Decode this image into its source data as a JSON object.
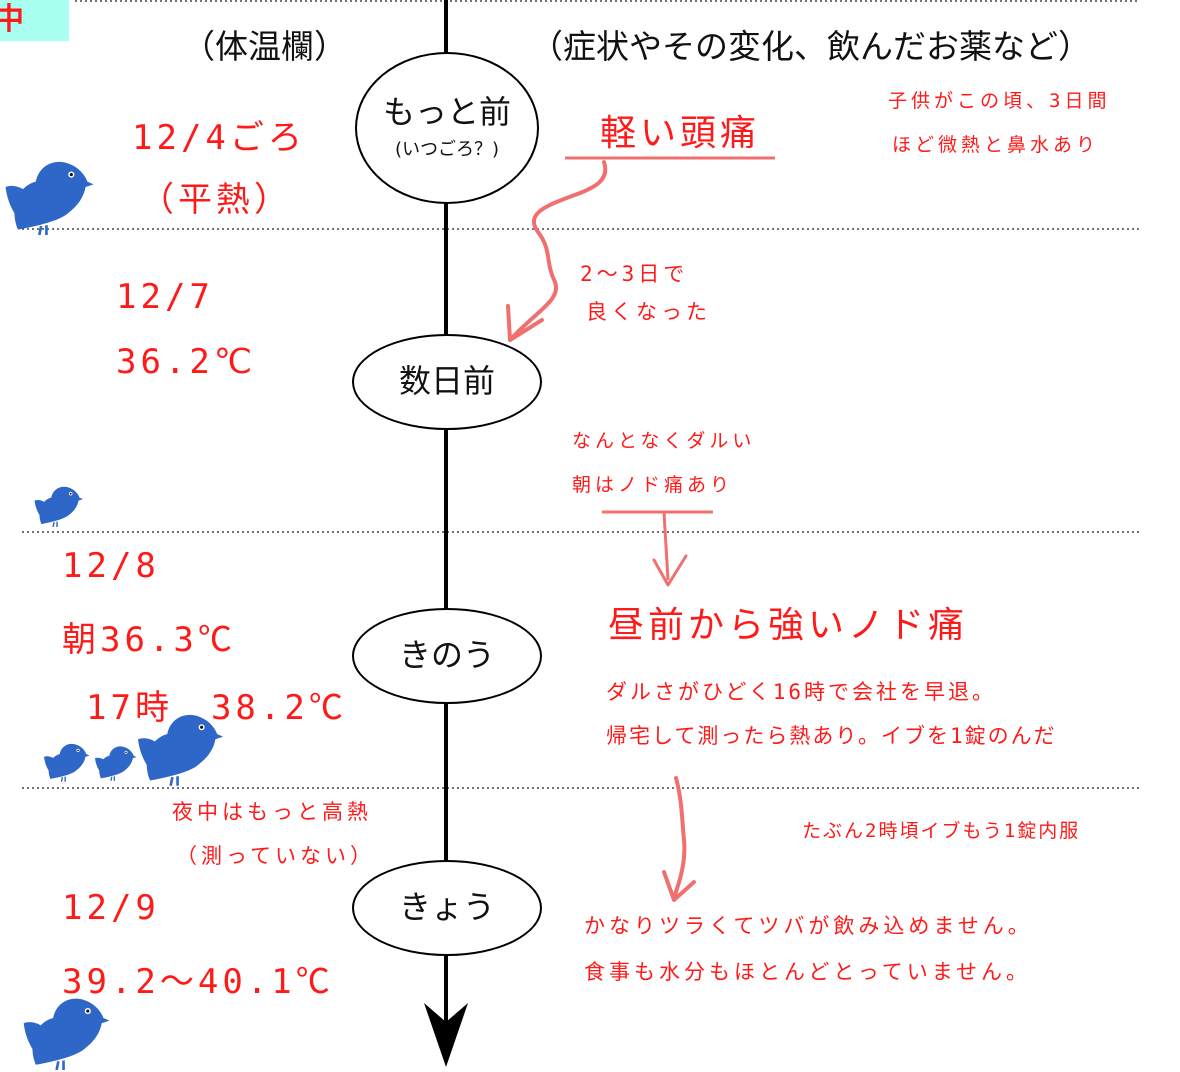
{
  "corner_tag": "中",
  "headers": {
    "temperature_column": "（体温欄）",
    "symptom_column": "（症状やその変化、飲んだお薬など）"
  },
  "nodes": [
    {
      "label": "もっと前",
      "sub": "(いつごろ？)"
    },
    {
      "label": "数日前"
    },
    {
      "label": "きのう"
    },
    {
      "label": "きょう"
    }
  ],
  "temperatures": {
    "before_date": "12/4ごろ",
    "before_temp": "（平熱）",
    "days_ago_date": "12/7",
    "days_ago_temp": "36.2℃",
    "yesterday_date": "12/8",
    "yesterday_morning": "朝36.3℃",
    "yesterday_evening": "17時　38.2℃",
    "night_note_1": "夜中はもっと高熱",
    "night_note_2": "（測っていない）",
    "today_date": "12/9",
    "today_temp": "39.2～40.1℃"
  },
  "symptoms": {
    "headache": "軽い頭痛",
    "child_note_1": "子供がこの頃、3日間",
    "child_note_2": "ほど微熱と鼻水あり",
    "recovered_1": "2～3日で",
    "recovered_2": "良くなった",
    "dull_1": "なんとなくダルい",
    "dull_2": "朝はノド痛あり",
    "sore_throat": "昼前から強いノド痛",
    "leave_1": "ダルさがひどく16時で会社を早退。",
    "leave_2": "帰宅して測ったら熱あり。イブを1錠のんだ",
    "night_med": "たぶん2時頃イブもう1錠内服",
    "today_1": "かなりツラくてツバが飲み込めません。",
    "today_2": "食事も水分もほとんどとっていません。"
  },
  "colors": {
    "handwriting": "#ff1a1a",
    "bird": "#2f67c8",
    "tag_bg": "#a8fff0",
    "arrow": "#f07070"
  }
}
